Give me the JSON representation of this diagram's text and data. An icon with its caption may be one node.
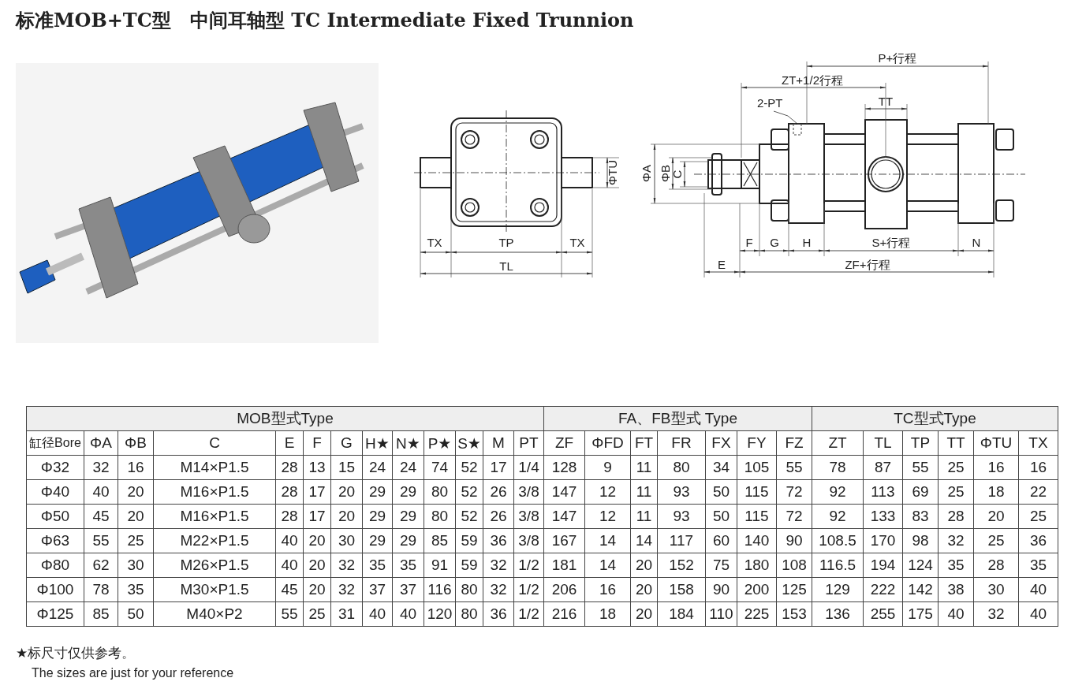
{
  "diagram": {
    "title": "标准MOB+TC型　中间耳轴型 TC Intermediate Fixed Trunnion",
    "nodes": [
      {
        "text": [
          "2-PT"
        ]
      },
      {
        "text": [],
        "shape": "box"
      }
    ],
    "edges": [
      {
        "from": 0,
        "to": 1,
        "arrow": "none"
      }
    ],
    "labels": [
      "ΦTU",
      "TX",
      "TP",
      "TX",
      "TL",
      "P+行程",
      "ZT+1/2行程",
      "TT",
      "ΦA",
      "ΦB",
      "C",
      "F",
      "G",
      "H",
      "S+行程",
      "N",
      "E",
      "ZF+行程",
      "MOB型式Type",
      "FA、FB型式 Type",
      "TC型式Type",
      "缸径Bore",
      "ΦA",
      "ΦB",
      "C",
      "E",
      "F",
      "G",
      "H★",
      "N★",
      "P★",
      "S★",
      "M",
      "PT",
      "ZF",
      "ΦFD",
      "FT",
      "FR",
      "FX",
      "FY",
      "FZ",
      "ZT",
      "TL",
      "TP",
      "TT",
      "ΦTU",
      "TX",
      "Φ32",
      "32",
      "16",
      "M14×P1.5",
      "28",
      "13",
      "15",
      "24",
      "24",
      "74",
      "52",
      "17",
      "1/4",
      "128",
      "9",
      "11",
      "80",
      "34",
      "105",
      "55",
      "78",
      "87",
      "55",
      "25",
      "16",
      "16",
      "Φ40",
      "40",
      "20",
      "M16×P1.5",
      "28",
      "17",
      "20",
      "29",
      "29",
      "80",
      "52",
      "26",
      "3/8",
      "147",
      "12",
      "11",
      "93",
      "50",
      "115",
      "72",
      "92",
      "113",
      "69",
      "25",
      "18",
      "22",
      "Φ50",
      "45",
      "20",
      "M16×P1.5",
      "28",
      "17",
      "20",
      "29",
      "29",
      "80",
      "52",
      "26",
      "3/8",
      "147",
      "12",
      "11",
      "93",
      "50",
      "115",
      "72",
      "92",
      "133",
      "83",
      "28",
      "20",
      "25",
      "Φ63",
      "55",
      "25",
      "M22×P1.5",
      "40",
      "20",
      "30",
      "29",
      "29",
      "85",
      "59",
      "36",
      "3/8",
      "167",
      "14",
      "14",
      "117",
      "60",
      "140",
      "90",
      "108.5",
      "170",
      "98",
      "32",
      "25",
      "36",
      "Φ80",
      "62",
      "30",
      "M26×P1.5",
      "40",
      "20",
      "32",
      "35",
      "35",
      "91",
      "59",
      "32",
      "1/2",
      "181",
      "14",
      "20",
      "152",
      "75",
      "180",
      "108",
      "116.5",
      "194",
      "124",
      "35",
      "28",
      "35",
      "Φ100",
      "78",
      "35",
      "M30×P1.5",
      "45",
      "20",
      "32",
      "37",
      "37",
      "116",
      "80",
      "32",
      "1/2",
      "206",
      "16",
      "20",
      "158",
      "90",
      "200",
      "125",
      "129",
      "222",
      "142",
      "38",
      "30",
      "40",
      "Φ125",
      "85",
      "50",
      "M40×P2",
      "55",
      "25",
      "31",
      "40",
      "40",
      "120",
      "80",
      "36",
      "1/2",
      "216",
      "18",
      "20",
      "184",
      "110",
      "225",
      "153",
      "136",
      "255",
      "175",
      "40",
      "32",
      "40",
      "★标尺寸仅供参考。",
      "The sizes are just for your reference"
    ]
  }
}
